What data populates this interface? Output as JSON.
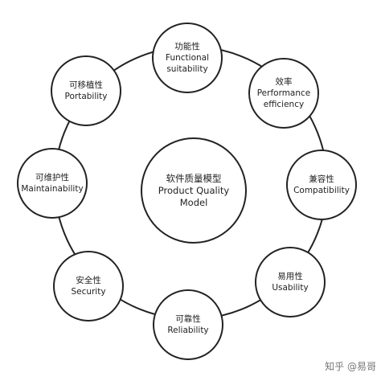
{
  "center": {
    "zh": "软件质量模型",
    "en_line1": "Product Quality",
    "en_line2": "Model"
  },
  "nodes": [
    {
      "id": "functional-suitability",
      "zh": "功能性",
      "en": [
        "Functional",
        "suitability"
      ]
    },
    {
      "id": "performance-efficiency",
      "zh": "效率",
      "en": [
        "Performance",
        "efficiency"
      ]
    },
    {
      "id": "compatibility",
      "zh": "兼容性",
      "en": [
        "Compatibility"
      ]
    },
    {
      "id": "usability",
      "zh": "易用性",
      "en": [
        "Usability"
      ]
    },
    {
      "id": "reliability",
      "zh": "可靠性",
      "en": [
        "Reliability"
      ]
    },
    {
      "id": "security",
      "zh": "安全性",
      "en": [
        "Security"
      ]
    },
    {
      "id": "maintainability",
      "zh": "可维护性",
      "en": [
        "Maintainability"
      ]
    },
    {
      "id": "portability",
      "zh": "可移植性",
      "en": [
        "Portability"
      ]
    }
  ],
  "watermark": {
    "text": "知乎 @易哥"
  }
}
